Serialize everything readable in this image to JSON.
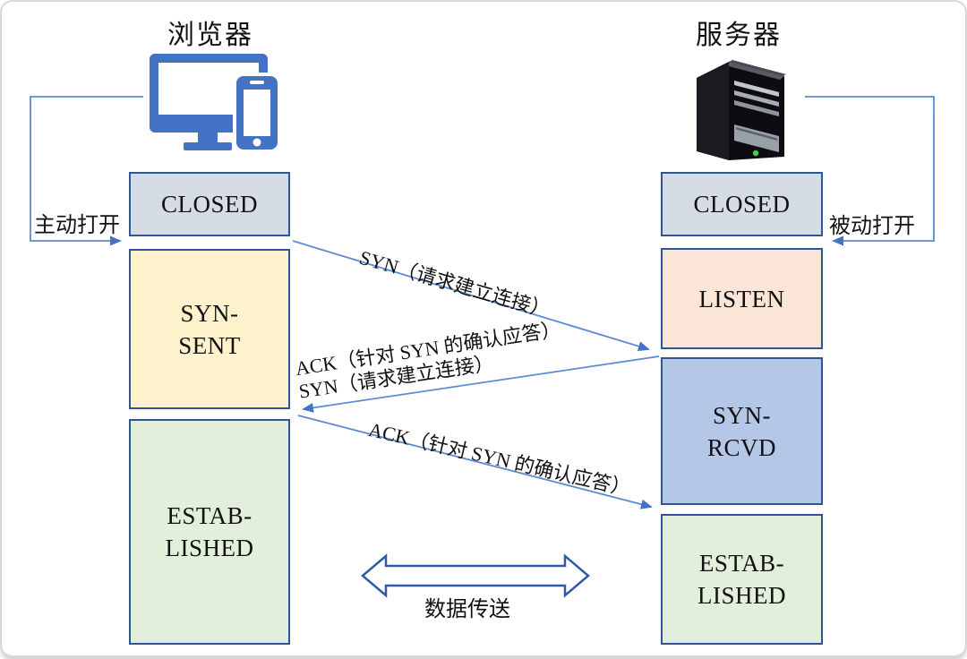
{
  "browser": {
    "title": "浏览器",
    "open_label": "主动打开",
    "states": [
      {
        "line1": "CLOSED"
      },
      {
        "line1": "SYN-",
        "line2": "SENT"
      },
      {
        "line1": "ESTAB-",
        "line2": "LISHED"
      }
    ]
  },
  "server": {
    "title": "服务器",
    "open_label": "被动打开",
    "states": [
      {
        "line1": "CLOSED"
      },
      {
        "line1": "LISTEN"
      },
      {
        "line1": "SYN-",
        "line2": "RCVD"
      },
      {
        "line1": "ESTAB-",
        "line2": "LISHED"
      }
    ]
  },
  "messages": {
    "syn_request": "SYN（请求建立连接）",
    "ack_reply": "ACK（针对 SYN 的确认应答）",
    "syn_request_repeat": "SYN（请求建立连接）",
    "ack_final": "ACK（针对 SYN 的确认应答）",
    "data_transfer": "数据传送"
  },
  "icons": {
    "browser_icon": "monitor-and-phone-icon",
    "server_icon": "server-tower-icon"
  },
  "colors": {
    "box_border": "#2F5597",
    "closed_fill": "#D6DCE5",
    "syn_sent_fill": "#FDF2CC",
    "listen_fill": "#FBE5D6",
    "syn_rcvd_fill": "#B4C7E7",
    "established_fill": "#E2EFDA",
    "connector_line": "#5B8BD0",
    "arrowhead": "#4472C4",
    "data_arrow_outline": "#2E5BA8",
    "device_icon_blue": "#4472C4"
  }
}
